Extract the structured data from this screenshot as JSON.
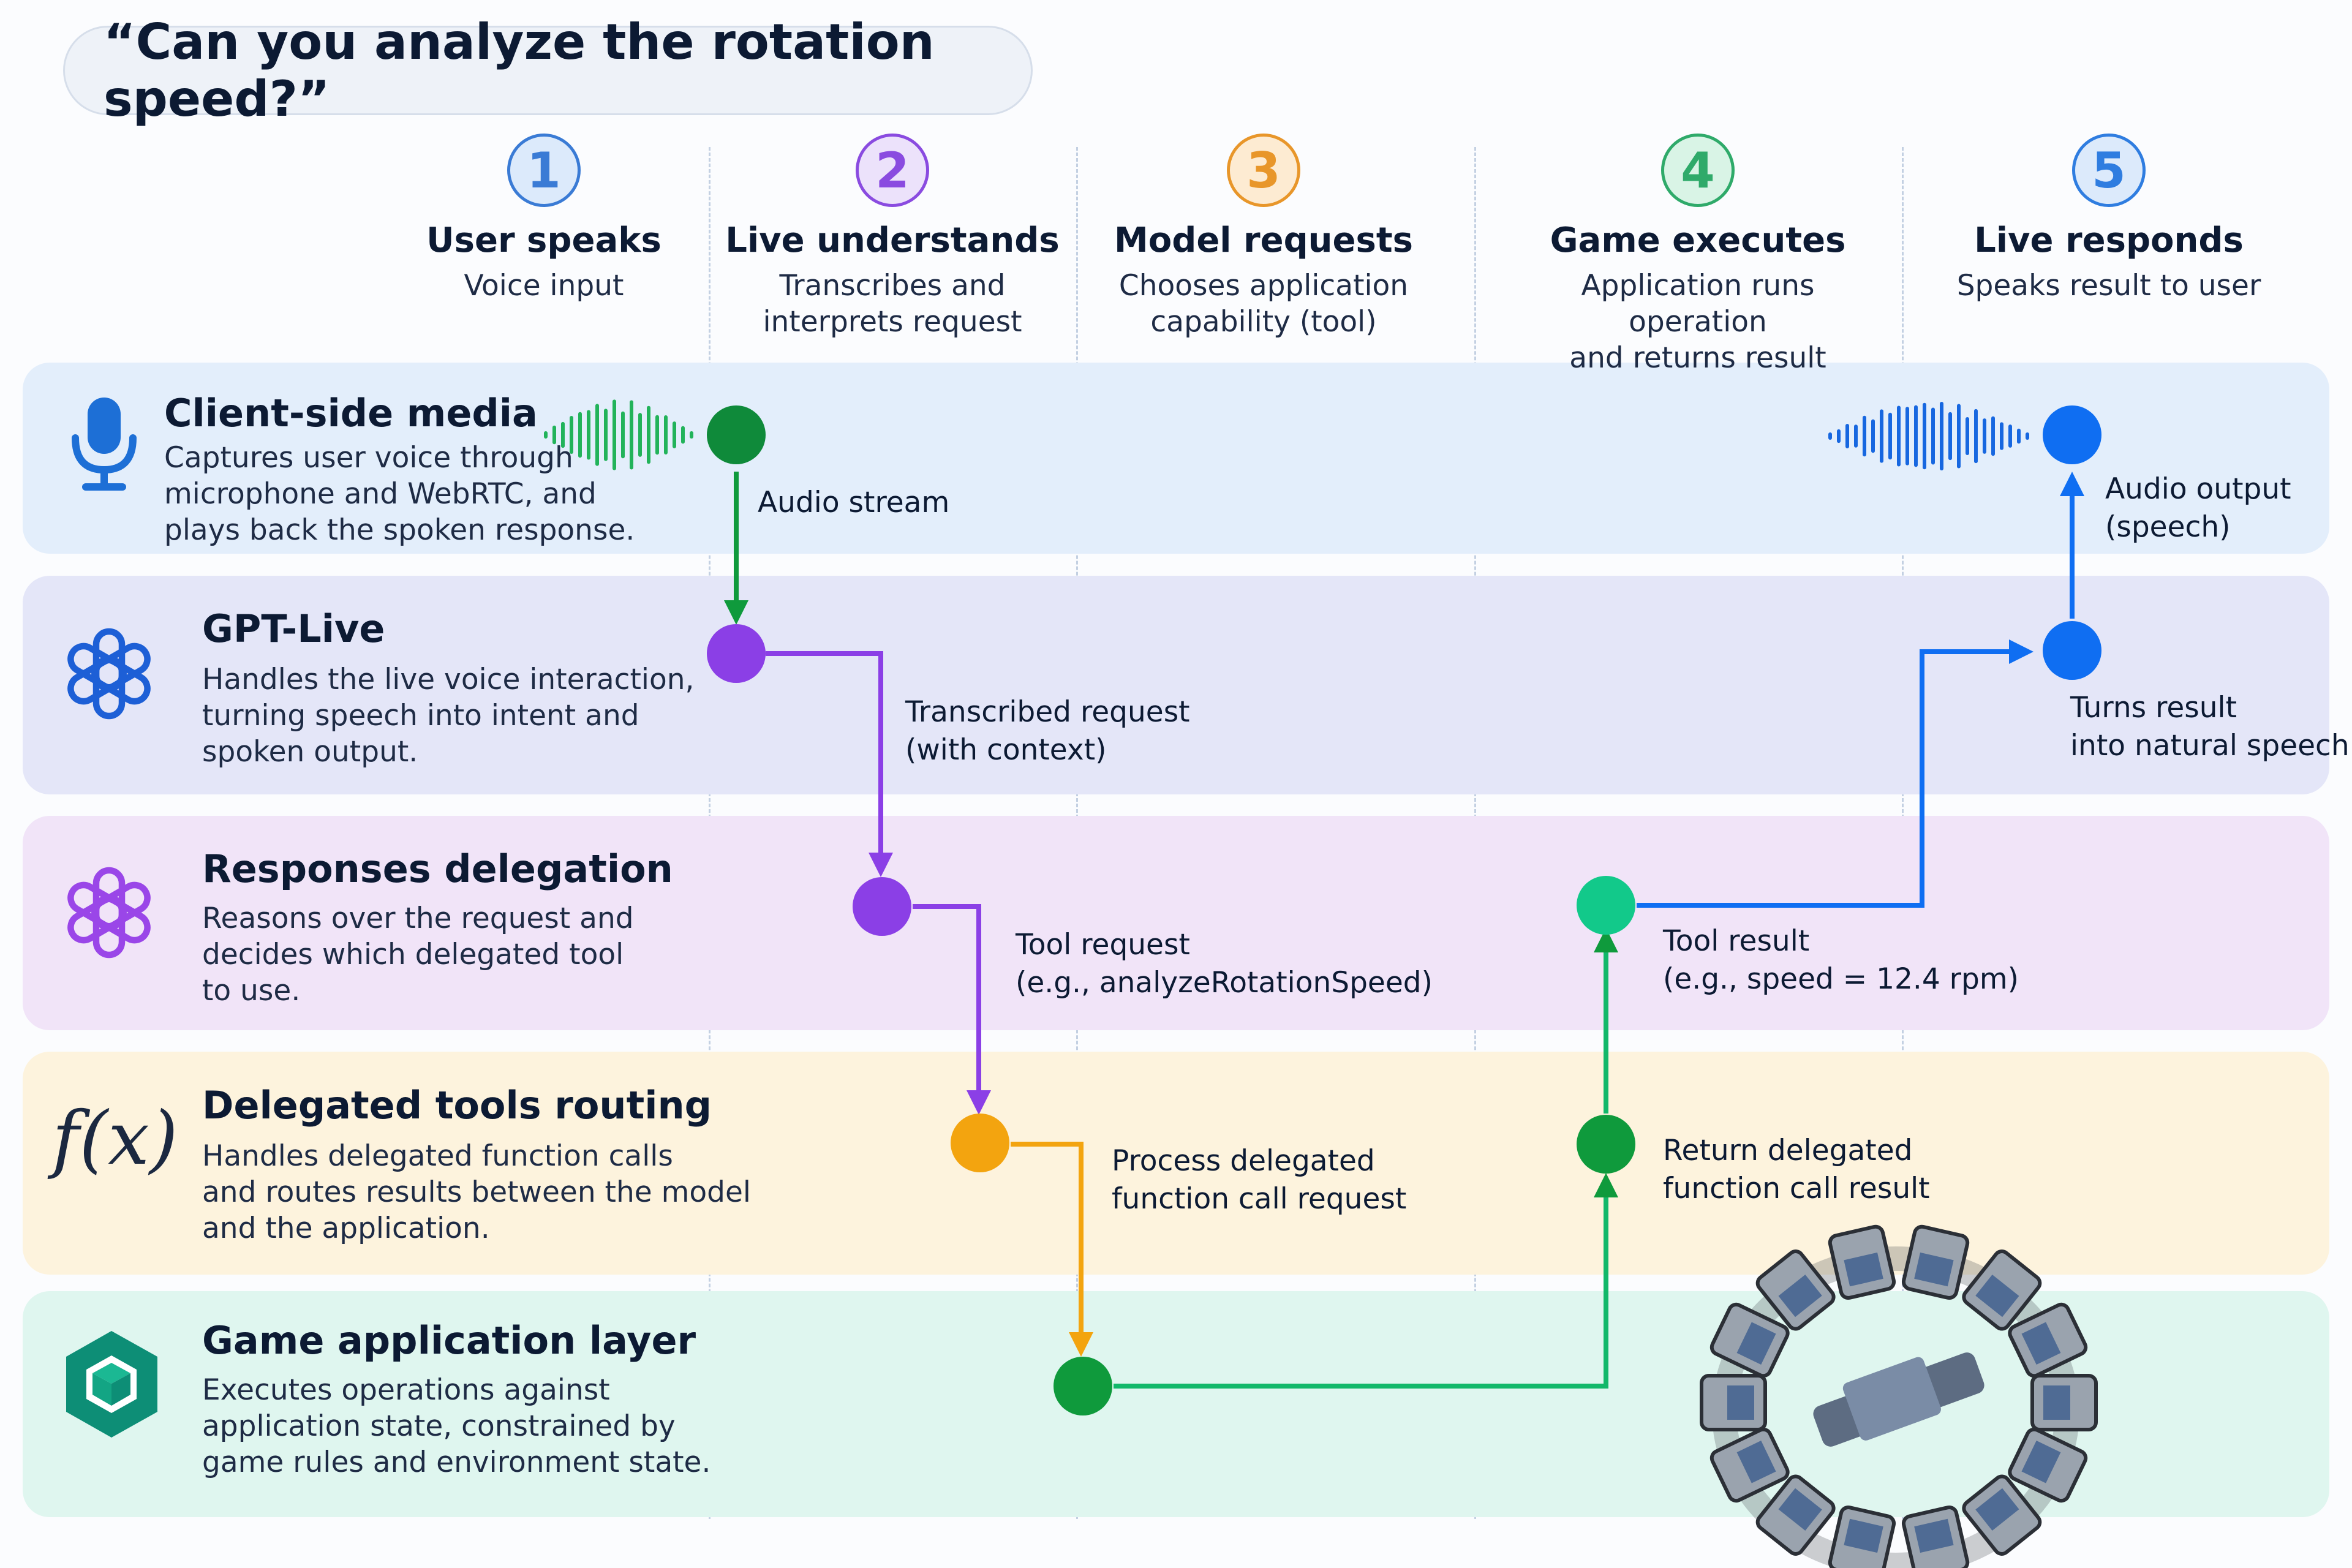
{
  "query": "“Can you analyze the rotation speed?”",
  "steps": [
    {
      "number": "1",
      "title": "User speaks",
      "subtitle": "Voice input",
      "color": "#3a7bd5",
      "fill": "#dceafb"
    },
    {
      "number": "2",
      "title": "Live understands",
      "subtitle": "Transcribes and\ninterprets request",
      "color": "#8a4be0",
      "fill": "#ece2fb"
    },
    {
      "number": "3",
      "title": "Model requests",
      "subtitle": "Chooses application\ncapability (tool)",
      "color": "#e8962a",
      "fill": "#fdebd2"
    },
    {
      "number": "4",
      "title": "Game executes",
      "subtitle": "Application runs operation\nand returns result",
      "color": "#2faa6a",
      "fill": "#d9f4e6"
    },
    {
      "number": "5",
      "title": "Live responds",
      "subtitle": "Speaks result to user",
      "color": "#2f7de0",
      "fill": "#dceafb"
    }
  ],
  "lanes": [
    {
      "title": "Client-side media",
      "description": "Captures user voice through\nmicrophone and WebRTC, and\nplays back the spoken response.",
      "icon": "microphone-icon",
      "color": "#e3eefb"
    },
    {
      "title": "GPT-Live",
      "description": "Handles the live voice interaction,\nturning speech into intent and\nspoken output.",
      "icon": "openai-knot-icon",
      "color": "#e4e6f8"
    },
    {
      "title": "Responses delegation",
      "description": "Reasons over the request and\ndecides which delegated tool\nto use.",
      "icon": "openai-knot-icon",
      "color": "#f1e4f8"
    },
    {
      "title": "Delegated tools routing",
      "description": "Handles delegated function calls\nand routes results between the model\nand the application.",
      "icon": "function-icon",
      "color": "#fdf3dd"
    },
    {
      "title": "Game application layer",
      "description": "Executes operations against\napplication state, constrained by\ngame rules and environment state.",
      "icon": "cube-icon",
      "color": "#dff6ef"
    }
  ],
  "icons": {
    "function_glyph": "f(x)"
  },
  "flow_labels": {
    "audio_stream": "Audio stream",
    "transcribed_request": "Transcribed request\n(with context)",
    "tool_request": "Tool request\n(e.g., analyzeRotationSpeed)",
    "process_delegated": "Process delegated\nfunction call request",
    "return_delegated": "Return delegated\nfunction call result",
    "tool_result": "Tool result\n(e.g., speed = 12.4 rpm)",
    "turns_result": "Turns result\ninto natural speech",
    "audio_output": "Audio output\n(speech)"
  },
  "colors": {
    "green": "#0f9a3c",
    "purple": "#8b3fe6",
    "orange": "#f3a40f",
    "teal": "#12c98a",
    "blue": "#0f6ef2"
  }
}
